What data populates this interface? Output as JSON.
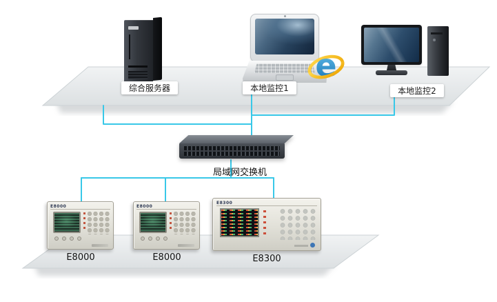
{
  "diagram": {
    "nodes": {
      "server": {
        "label": "综合服务器"
      },
      "monitor1": {
        "label": "本地监控1"
      },
      "monitor2": {
        "label": "本地监控2"
      },
      "switch": {
        "label": "局域网交换机"
      },
      "relay1": {
        "label": "E8000",
        "model": "E8000"
      },
      "relay2": {
        "label": "E8000",
        "model": "E8000"
      },
      "relay3": {
        "label": "E8300",
        "model": "E8300"
      }
    },
    "edges": [
      {
        "from": "server",
        "to": "switch"
      },
      {
        "from": "monitor1",
        "to": "switch"
      },
      {
        "from": "monitor2",
        "to": "switch"
      },
      {
        "from": "switch",
        "to": "relay1"
      },
      {
        "from": "switch",
        "to": "relay2"
      },
      {
        "from": "switch",
        "to": "relay3"
      }
    ],
    "colors": {
      "connection": "#38c8e8",
      "platform_light": "#f1f3f4",
      "platform_dark": "#dce0e2",
      "label_bg": "#ffffff",
      "label_text": "#1a1a1a"
    },
    "icons": {
      "browser": "internet-explorer",
      "browser_glyph": "e"
    }
  }
}
